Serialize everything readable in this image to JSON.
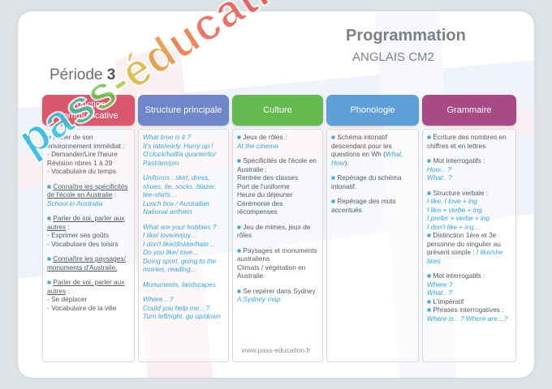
{
  "header": {
    "title": "Programmation",
    "subtitle": "ANGLAIS CM2",
    "period_label": "Période",
    "period_number": "3"
  },
  "columns": [
    {
      "title": "Fonction communicative",
      "color": "#d9586e",
      "blocks": [
        [
          {
            "t": "■ ",
            "s": "b"
          },
          {
            "t": "Parler de son environnement immédiat :"
          },
          {
            "t": "\n- Demander/Lire l'heure Révision nbres 1 à 29"
          },
          {
            "t": "\n- Vocabulaire du temps"
          }
        ],
        [
          {
            "t": "■ ",
            "s": "b"
          },
          {
            "t": "Connaître les spécificités de l'école en Australie",
            "s": "u"
          },
          {
            "t": " : "
          },
          {
            "t": "School in Australia",
            "s": "c"
          }
        ],
        [
          {
            "t": "■ ",
            "s": "b"
          },
          {
            "t": "Parler de soi, parler aux autres",
            "s": "u"
          },
          {
            "t": " :"
          },
          {
            "t": "\n- Exprimer ses goûts"
          },
          {
            "t": "\n- Vocabulaire des loisirs"
          }
        ],
        [
          {
            "t": "■ ",
            "s": "b"
          },
          {
            "t": "Connaître les paysages/ monuments d'Australie.",
            "s": "u"
          }
        ],
        [
          {
            "t": "■ ",
            "s": "b"
          },
          {
            "t": "Parler de soi, parler aux autres",
            "s": "u"
          },
          {
            "t": " :"
          },
          {
            "t": "\n- Se déplacer"
          },
          {
            "t": "\n- Vocabulaire de la ville"
          }
        ]
      ]
    },
    {
      "title": "Structure principale",
      "color": "#6f86c9",
      "blocks": [
        [
          {
            "t": "What time is it ?\nIt's late/early. Hurry up !\nO'clock/half/a quarter/to/ Past/am/pm",
            "s": "c"
          }
        ],
        [
          {
            "t": "Uniforms : skirt, dress, shoes, tie, socks, blazer, tee-shirts…\nLunch box / Australian National anthem",
            "s": "c"
          }
        ],
        [
          {
            "t": "What are your hobbies ?\nI like/ love/enjoy…\nI don't like/dislike/hate…\nDo you like/ love…\nDoing sport, going to the movies, reading…",
            "s": "c"
          }
        ],
        [
          {
            "t": "Monuments, landscapes",
            "s": "c"
          }
        ],
        [
          {
            "t": "Where…?\nCould you help me…?\nTurn left/right, go up/down",
            "s": "c"
          }
        ]
      ]
    },
    {
      "title": "Culture",
      "color": "#64b94f",
      "blocks": [
        [
          {
            "t": "■ ",
            "s": "b"
          },
          {
            "t": "Jeux de rôles :"
          },
          {
            "t": "\nAt the cinema",
            "s": "c"
          }
        ],
        [
          {
            "t": "■ ",
            "s": "b"
          },
          {
            "t": "Spécificités de l'école en Australie :\nRentrée des classes\nPort de l'uniforme\nHeure du déjeuner\nCérémonie des récompenses"
          }
        ],
        [
          {
            "t": "■ ",
            "s": "b"
          },
          {
            "t": "Jeu de mimes, jeux de rôles"
          }
        ],
        [
          {
            "t": "■ ",
            "s": "b"
          },
          {
            "t": "Paysages et monuments australiens\nClimats / végétation en Australie"
          }
        ],
        [
          {
            "t": "■ ",
            "s": "b"
          },
          {
            "t": "Se repérer dans Sydney"
          },
          {
            "t": "\nA Sydney map",
            "s": "c"
          }
        ]
      ]
    },
    {
      "title": "Phonologie",
      "color": "#5f9fd8",
      "blocks": [
        [
          {
            "t": "■ ",
            "s": "b"
          },
          {
            "t": "Schéma intonatif descendant pour les questions en Wh ("
          },
          {
            "t": "What, How",
            "s": "c"
          },
          {
            "t": ")."
          }
        ],
        [
          {
            "t": "■ ",
            "s": "b"
          },
          {
            "t": "Repérage du schéma intonatif."
          }
        ],
        [
          {
            "t": "■ ",
            "s": "b"
          },
          {
            "t": "Repérage des mots accentués"
          }
        ]
      ]
    },
    {
      "title": "Grammaire",
      "color": "#a74a86",
      "blocks": [
        [
          {
            "t": "■ ",
            "s": "b"
          },
          {
            "t": "Écriture des nombres en chiffres et en lettres"
          }
        ],
        [
          {
            "t": "■ ",
            "s": "b"
          },
          {
            "t": "Mot interrogatifs :"
          },
          {
            "t": "\nHow... ?\nWhat.. ?",
            "s": "c"
          }
        ],
        [
          {
            "t": "■ ",
            "s": "b"
          },
          {
            "t": "Structure verbale :"
          },
          {
            "t": "\nI like, I love + ing\nI like + verbe + ing\nI prefer + verbe + ing\nI don't like + ing…",
            "s": "c"
          },
          {
            "t": "\n■ ",
            "s": "b"
          },
          {
            "t": "Distinction 1ère et 3e personne du singulier au présent simple : "
          },
          {
            "t": "I like/she likes",
            "s": "c"
          }
        ],
        [
          {
            "t": "■ ",
            "s": "b"
          },
          {
            "t": "Mot interrogatifs :"
          },
          {
            "t": "\nWhere ?\nWhat.. ?",
            "s": "c"
          },
          {
            "t": "\n■ ",
            "s": "b"
          },
          {
            "t": "L'impératif"
          },
          {
            "t": "\n■ ",
            "s": "b"
          },
          {
            "t": "Phrases interrogatives :"
          },
          {
            "t": "\nWhere is…? Where are…?",
            "s": "c"
          }
        ]
      ]
    }
  ],
  "footer": "www.pass-education.fr",
  "watermark": {
    "letters": [
      "p",
      "a",
      "s",
      "s",
      "-",
      "é",
      "d",
      "u",
      "c",
      "a",
      "t",
      "i",
      "o",
      "n"
    ],
    "colors": [
      "#22b7e8",
      "#2ec4e0",
      "#3fc2a0",
      "#6cc24a",
      "#a8c83a",
      "#e0b43a",
      "#e8923a",
      "#e8743a",
      "#e8604a",
      "#e65a4e",
      "#e6504e",
      "#e8473f",
      "#e63f3f",
      "#e23a3a"
    ]
  }
}
